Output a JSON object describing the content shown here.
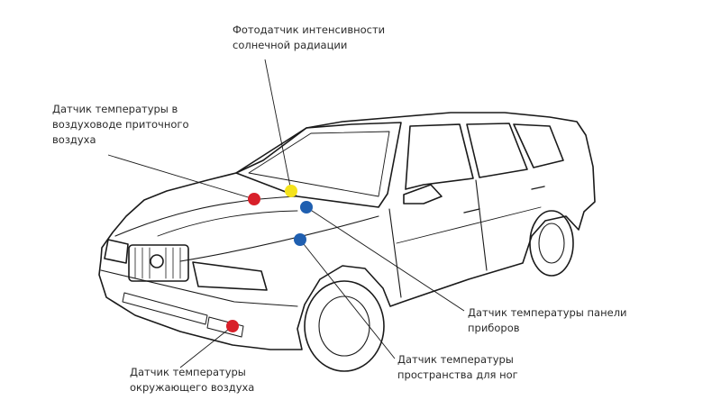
{
  "labels": {
    "solar": [
      "Фотодатчик интенсивности",
      "солнечной радиации"
    ],
    "duct": [
      "Датчик температуры в",
      "воздуховоде приточного",
      "воздуха"
    ],
    "panel": [
      "Датчик температуры панели",
      "приборов"
    ],
    "foot": [
      "Датчик температуры",
      "пространства для ног"
    ],
    "ambient": [
      "Датчик температуры",
      "окружающего воздуха"
    ]
  },
  "colors": {
    "red": "#d8202a",
    "yellow": "#f4e21c",
    "blue": "#1f5fb0",
    "line": "#1a1a1a"
  }
}
